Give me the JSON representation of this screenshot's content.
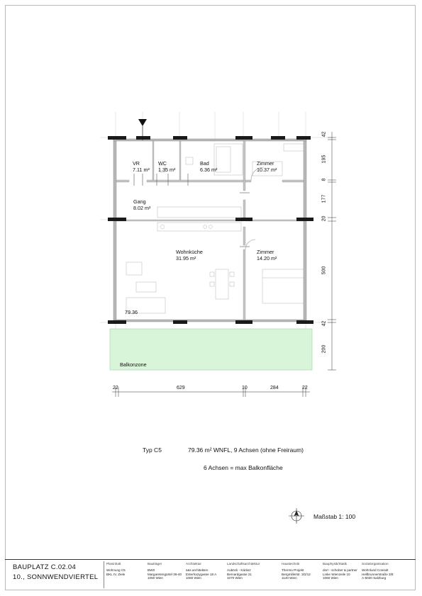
{
  "rooms": [
    {
      "name": "VR",
      "area": "7.11 m²"
    },
    {
      "name": "WC",
      "area": "1.35 m²"
    },
    {
      "name": "Bad",
      "area": "6.36 m²"
    },
    {
      "name": "Zimmer",
      "area": "10.37 m²"
    },
    {
      "name": "Gang",
      "area": "8.02 m²"
    },
    {
      "name": "Wohnküche",
      "area": "31.95 m²"
    },
    {
      "name": "Zimmer",
      "area": "14.20 m²"
    }
  ],
  "area_total_label": "79.36",
  "balcony_label": "Balkonzone",
  "dims_horizontal": [
    "22",
    "629",
    "10",
    "284",
    "22"
  ],
  "dims_vertical": [
    "42",
    "195",
    "8",
    "177",
    "20",
    "500",
    "42",
    "200"
  ],
  "caption": {
    "type": "Typ  C5",
    "summary": "79.36  m² WNFL,  9 Achsen  (ohne Freiraum)",
    "note": "6 Achsen = max Balkonfläche"
  },
  "scale": "Maßstab 1: 100",
  "footer": {
    "title_line1": "BAUPLATZ C.02.04",
    "title_line2": "10., SONNWENDVIERTEL",
    "columns": [
      {
        "heading": "Planinhalt",
        "lines": [
          "Wohnung C5",
          "BKL IV, Ziele"
        ]
      },
      {
        "heading": "Bauträger",
        "lines": [
          "BWS",
          "Margaretengürtel 36-40",
          "1050 Wien"
        ]
      },
      {
        "heading": "Architektur",
        "lines": [
          "s&s architekten",
          "Esterhazygasse 18 A",
          "1060 Wien"
        ]
      },
      {
        "heading": "Landschaftsarchitektur",
        "lines": [
          "Auböck - Kárász",
          "Bernardgasse 21",
          "1070 Wien"
        ]
      },
      {
        "heading": "Haustechnik",
        "lines": [
          "Thermo Projekt",
          "Bergmillerstr. 3/2/12",
          "1140 Wien"
        ]
      },
      {
        "heading": "Bauphysik/Statik",
        "lines": [
          "dorr - schober & partner",
          "Linke Wienzeile 10",
          "1060 Wien"
        ]
      },
      {
        "heading": "Sozialorganisation",
        "lines": [
          "Wohnlund Consult",
          "Hellbrunnerstraße 3/8",
          "A-5020 Salzburg"
        ]
      }
    ]
  }
}
